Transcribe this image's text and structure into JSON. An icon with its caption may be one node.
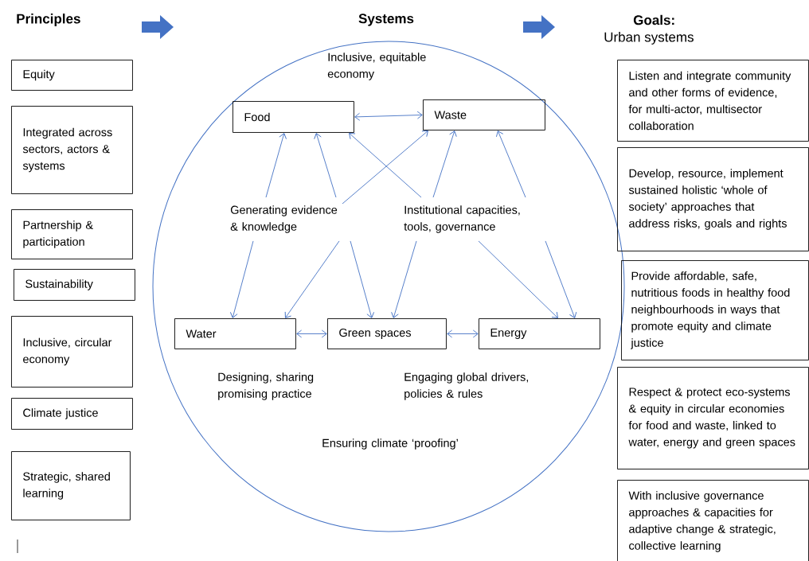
{
  "diagram": {
    "nodes": [
      {
        "text": [
          "Equity"
        ]
      },
      {
        "text": [
          "Integrated across sectors, actors & systems"
        ]
      },
      {
        "text": [
          "Partnership & participation"
        ]
      },
      {
        "text": [
          "Sustainability"
        ]
      },
      {
        "text": [
          "Inclusive, circular economy"
        ]
      },
      {
        "text": [
          "Climate justice"
        ]
      },
      {
        "text": [
          "Strategic, shared learning"
        ]
      },
      {
        "text": [
          "Inclusive, equitable economy",
          "Designing, sharing promising practice",
          "Engaging global drivers, policies & rules",
          "Ensuring climate ‘proofing’"
        ]
      },
      {
        "text": [
          "Food"
        ],
        "in": 7
      },
      {
        "text": [
          "Waste"
        ],
        "in": 7
      },
      {
        "text": [
          "Generating evidence & knowledge"
        ],
        "in": 7
      },
      {
        "text": [
          "Institutional capacities, tools, governance"
        ],
        "in": 7
      },
      {
        "text": [
          "Water"
        ],
        "in": 7
      },
      {
        "text": [
          "Green spaces"
        ],
        "in": 7
      },
      {
        "text": [
          "Energy"
        ],
        "in": 7
      },
      {
        "text": [
          "Listen and integrate community and other forms of evidence, for multi-actor, multisector collaboration"
        ]
      },
      {
        "text": [
          "Develop, resource, implement sustained holistic ‘whole of society’ approaches that address risks, goals and rights"
        ]
      },
      {
        "text": [
          "Provide affordable, safe, nutritious foods in healthy food neighbourhoods in ways that promote equity and climate justice"
        ]
      },
      {
        "text": [
          "Respect & protect eco-systems & equity in circular economies for food and waste, linked to water, energy and green spaces"
        ]
      },
      {
        "text": [
          "With inclusive governance approaches & capacities for adaptive change & strategic, collective learning"
        ]
      }
    ],
    "edges": [
      {
        "from": 10,
        "to": 8,
        "arrow": "to"
      },
      {
        "from": 10,
        "to": 8,
        "arrow": "to"
      },
      {
        "from": 10,
        "to": 9,
        "arrow": "to"
      },
      {
        "from": 11,
        "to": 8,
        "arrow": "to"
      },
      {
        "from": 11,
        "to": 9,
        "arrow": "to"
      },
      {
        "from": 11,
        "to": 9,
        "arrow": "to"
      },
      {
        "from": 10,
        "to": 12,
        "arrow": "to"
      },
      {
        "from": 10,
        "to": 12,
        "arrow": "to"
      },
      {
        "from": 10,
        "to": 13,
        "arrow": "to"
      },
      {
        "from": 11,
        "to": 13,
        "arrow": "to"
      },
      {
        "from": 11,
        "to": 14,
        "arrow": "to"
      },
      {
        "from": 11,
        "to": 14,
        "arrow": "to"
      },
      {
        "from": 8,
        "to": 9,
        "arrow": "both"
      },
      {
        "from": 12,
        "to": 13,
        "arrow": "both"
      },
      {
        "from": 13,
        "to": 14,
        "arrow": "both"
      }
    ],
    "labels": [
      "Principles",
      "Systems",
      "Goals:",
      "Urban systems"
    ]
  }
}
